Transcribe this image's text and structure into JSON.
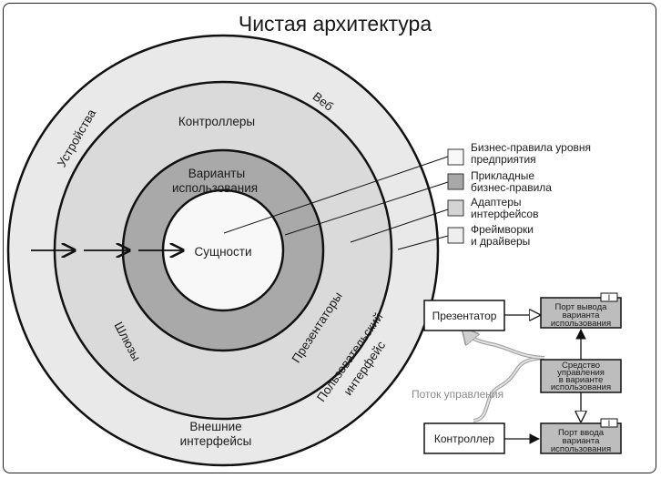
{
  "title": "Чистая архитектура",
  "rings": {
    "entities": "Сущности",
    "use_cases": [
      "Варианты",
      "использования"
    ],
    "controllers": "Контроллеры",
    "gateways": "Шлюзы",
    "presenters": "Презентаторы",
    "devices": "Устройства",
    "web": "Веб",
    "ui": [
      "Пользовательский",
      "интерфейс"
    ],
    "external": [
      "Внешние",
      "интерфейсы"
    ]
  },
  "legend": [
    {
      "lines": [
        "Бизнес-правила уровня",
        "предприятия"
      ],
      "color": "#f8f8f8"
    },
    {
      "lines": [
        "Прикладные",
        "бизнес-правила"
      ],
      "color": "#a8a8a8"
    },
    {
      "lines": [
        "Адаптеры",
        "интерфейсов"
      ],
      "color": "#d4d4d4"
    },
    {
      "lines": [
        "Фреймворки",
        "и драйверы"
      ],
      "color": "#eeeeee"
    }
  ],
  "flow_diagram": {
    "presenter": "Презентатор",
    "controller": "Контроллер",
    "output_port": [
      "Порт вывода",
      "варианта",
      "использования"
    ],
    "input_port": [
      "Порт ввода",
      "варианта",
      "использования"
    ],
    "interactor": [
      "Средство",
      "управления",
      "в варианте",
      "использования"
    ],
    "interface_mark": "I",
    "flow_label": "Поток управления"
  },
  "colors": {
    "outer_ring": "#e9e9e9",
    "adapters_ring": "#dadada",
    "use_cases_ring": "#a9a9a9",
    "entities_core": "#f8f8f8",
    "box_gray": "#bdbdbd"
  }
}
